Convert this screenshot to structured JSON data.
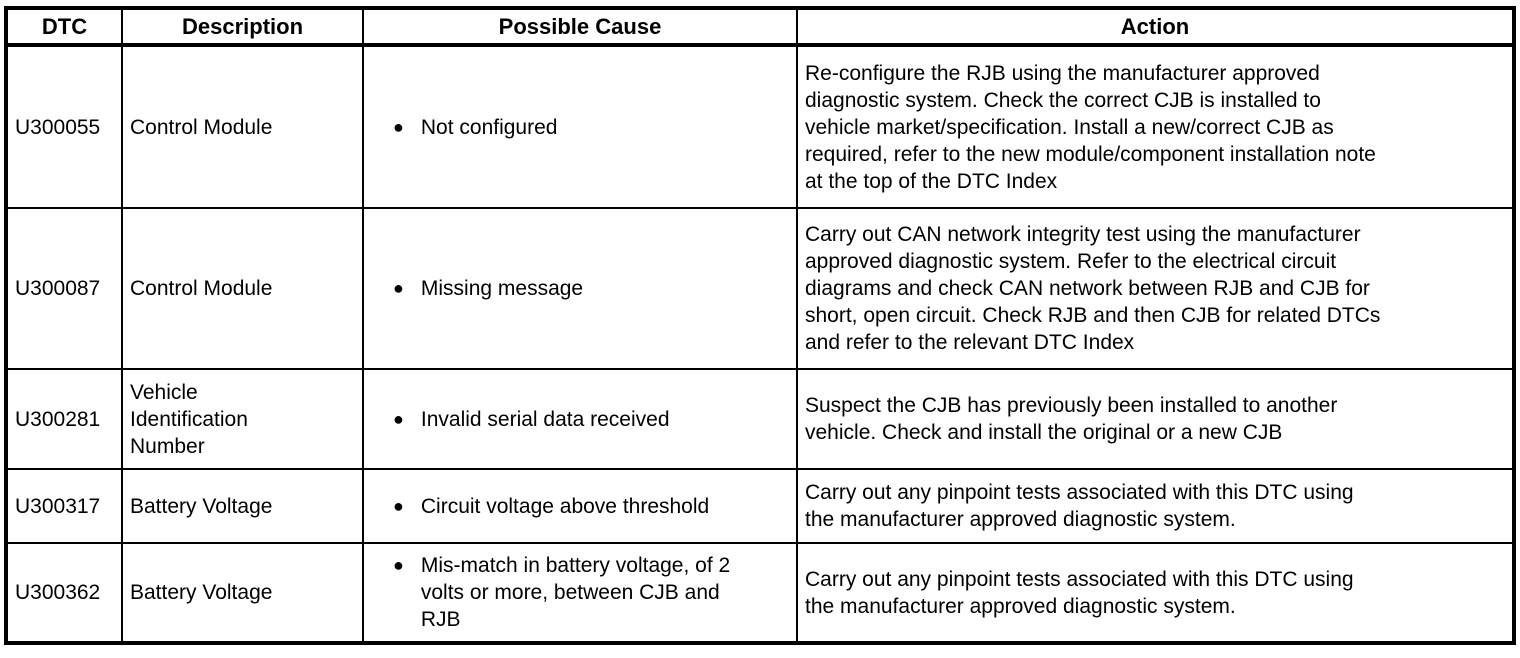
{
  "colors": {
    "border": "#000000",
    "background": "#ffffff",
    "text": "#000000"
  },
  "bullet_glyph": "●",
  "table": {
    "headers": {
      "dtc": "DTC",
      "description": "Description",
      "possible_cause": "Possible Cause",
      "action": "Action"
    },
    "rows": [
      {
        "dtc": "U300055",
        "description": "Control Module",
        "cause": "Not configured",
        "action": "Re-configure the RJB using the manufacturer approved\ndiagnostic system. Check the correct CJB is installed to\nvehicle market/specification. Install a new/correct CJB as\nrequired, refer to the new module/component installation note\nat the top of the DTC Index"
      },
      {
        "dtc": "U300087",
        "description": "Control Module",
        "cause": "Missing message",
        "action": "Carry out CAN network integrity test using the manufacturer\napproved diagnostic system. Refer to the electrical circuit\ndiagrams and check CAN network between RJB and CJB for\nshort, open circuit. Check RJB and then CJB for related DTCs\nand refer to the relevant DTC Index"
      },
      {
        "dtc": "U300281",
        "description": "Vehicle\nIdentification\nNumber",
        "cause": "Invalid serial data received",
        "action": "Suspect the CJB has previously been installed to another\nvehicle. Check and install the original or a new CJB"
      },
      {
        "dtc": "U300317",
        "description": "Battery Voltage",
        "cause": "Circuit voltage above threshold",
        "action": "Carry out any pinpoint tests associated with this DTC using\nthe manufacturer approved diagnostic system."
      },
      {
        "dtc": "U300362",
        "description": "Battery Voltage",
        "cause": "Mis-match in battery voltage, of 2\nvolts or more, between CJB and\nRJB",
        "action": "Carry out any pinpoint tests associated with this DTC using\nthe manufacturer approved diagnostic system."
      }
    ]
  }
}
